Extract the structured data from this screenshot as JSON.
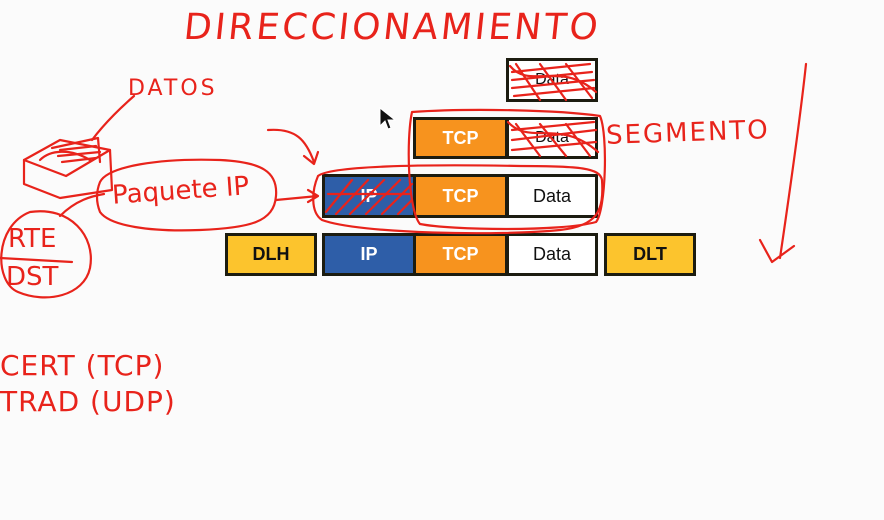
{
  "annotations": {
    "title": "DIRECCIONAMIENTO",
    "datos": "DATOS",
    "paquete_ip": "Paquete IP",
    "segmento": "SEGMENTO",
    "rte": "RTE",
    "dst": "DST",
    "cert": "CERT (TCP)",
    "trad": "TRAD (UDP)"
  },
  "layers": {
    "data": {
      "label": "Data"
    },
    "segment": {
      "tcp": "TCP",
      "data": "Data"
    },
    "packet": {
      "ip": "IP",
      "tcp": "TCP",
      "data": "Data"
    },
    "frame": {
      "dlh": "DLH",
      "ip": "IP",
      "tcp": "TCP",
      "data": "Data",
      "dlt": "DLT"
    }
  },
  "colors": {
    "tcp": "#f7931e",
    "ip": "#2e5ea8",
    "dl": "#fcc42d",
    "data": "#ffffff",
    "border": "#1c1c10",
    "ink": "#e8231b"
  }
}
